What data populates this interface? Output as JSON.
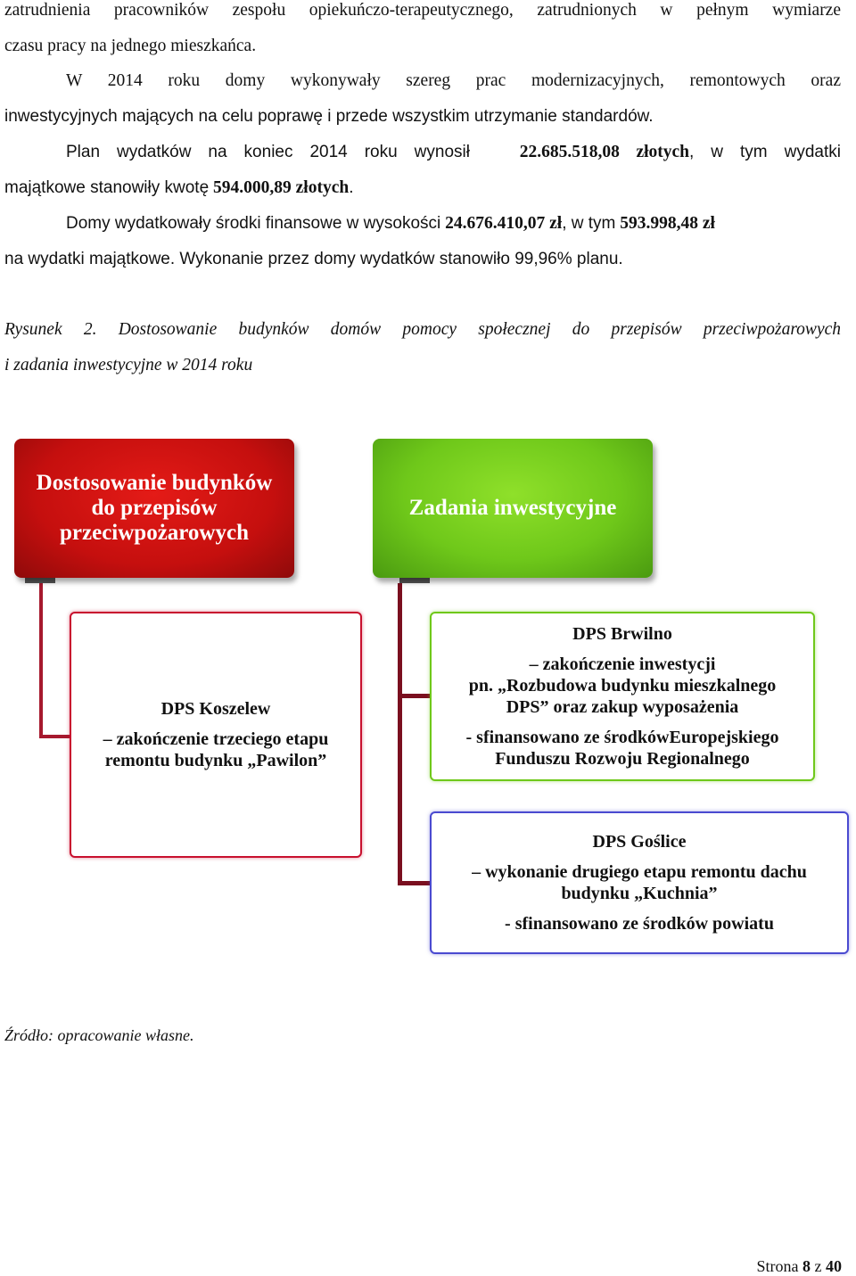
{
  "paragraphs": {
    "p1_line1": "zatrudnienia pracowników zespołu opiekuńczo-terapeutycznego, zatrudnionych w pełnym wymiarze",
    "p1_line2": "czasu pracy na jednego mieszkańca.",
    "p2_line1": "W 2014 roku domy wykonywały szereg prac modernizacyjnych, remontowych oraz",
    "p2_line2": "inwestycyjnych mających na celu poprawę i przede wszystkim utrzymanie standardów.",
    "p3_line1_a": "Plan wydatków na koniec 2014 roku wynosił",
    "p3_line1_b": "22.685.518,08 złotych",
    "p3_line1_c": ", w tym wydatki",
    "p3_line2_a": "majątkowe stanowiły kwotę",
    "p3_line2_b": "594.000,89 złotych",
    "p3_line2_c": ".",
    "p4_line1_a": "Domy wydatkowały środki finansowe w wysokości",
    "p4_line1_b": "24.676.410,07 zł",
    "p4_line1_c": ", w tym",
    "p4_line1_d": "593.998,48 zł",
    "p4_line2": "na wydatki majątkowe. Wykonanie przez domy wydatków stanowiło 99,96% planu."
  },
  "figure": {
    "caption_line1": "Rysunek 2. Dostosowanie budynków domów pomocy społecznej do przepisów przeciwpożarowych",
    "caption_line2": "i zadania inwestycyjne w 2014 roku",
    "source": "Źródło: opracowanie własne."
  },
  "diagram": {
    "red_box": {
      "line1": "Dostosowanie budynków",
      "line2": "do przepisów",
      "line3": "przeciwpożarowych"
    },
    "green_box": {
      "line1": "Zadania inwestycyjne"
    },
    "koszelew": {
      "title": "DPS Koszelew",
      "line1": "– zakończenie trzeciego etapu",
      "line2": "remontu  budynku „Pawilon”"
    },
    "brwilno": {
      "title": "DPS Brwilno",
      "line1": "– zakończenie  inwestycji",
      "line2": "pn. „Rozbudowa budynku mieszkalnego",
      "line3": "DPS” oraz  zakup wyposażenia",
      "line4": "- sfinansowano ze środkówEuropejskiego",
      "line5": "Funduszu Rozwoju Regionalnego"
    },
    "goslice": {
      "title": "DPS Goślice",
      "line1": "– wykonanie drugiego etapu remontu dachu",
      "line2": "budynku „Kuchnia”",
      "line3": "- sfinansowano ze środków powiatu"
    }
  },
  "footer": {
    "label": "Strona",
    "current": "8",
    "of": "z",
    "total": "40"
  },
  "colors": {
    "red_box": "#c50f0e",
    "green_box": "#6fc81a",
    "connector": "#a6192e",
    "goslice_border": "#4a4ad0"
  }
}
